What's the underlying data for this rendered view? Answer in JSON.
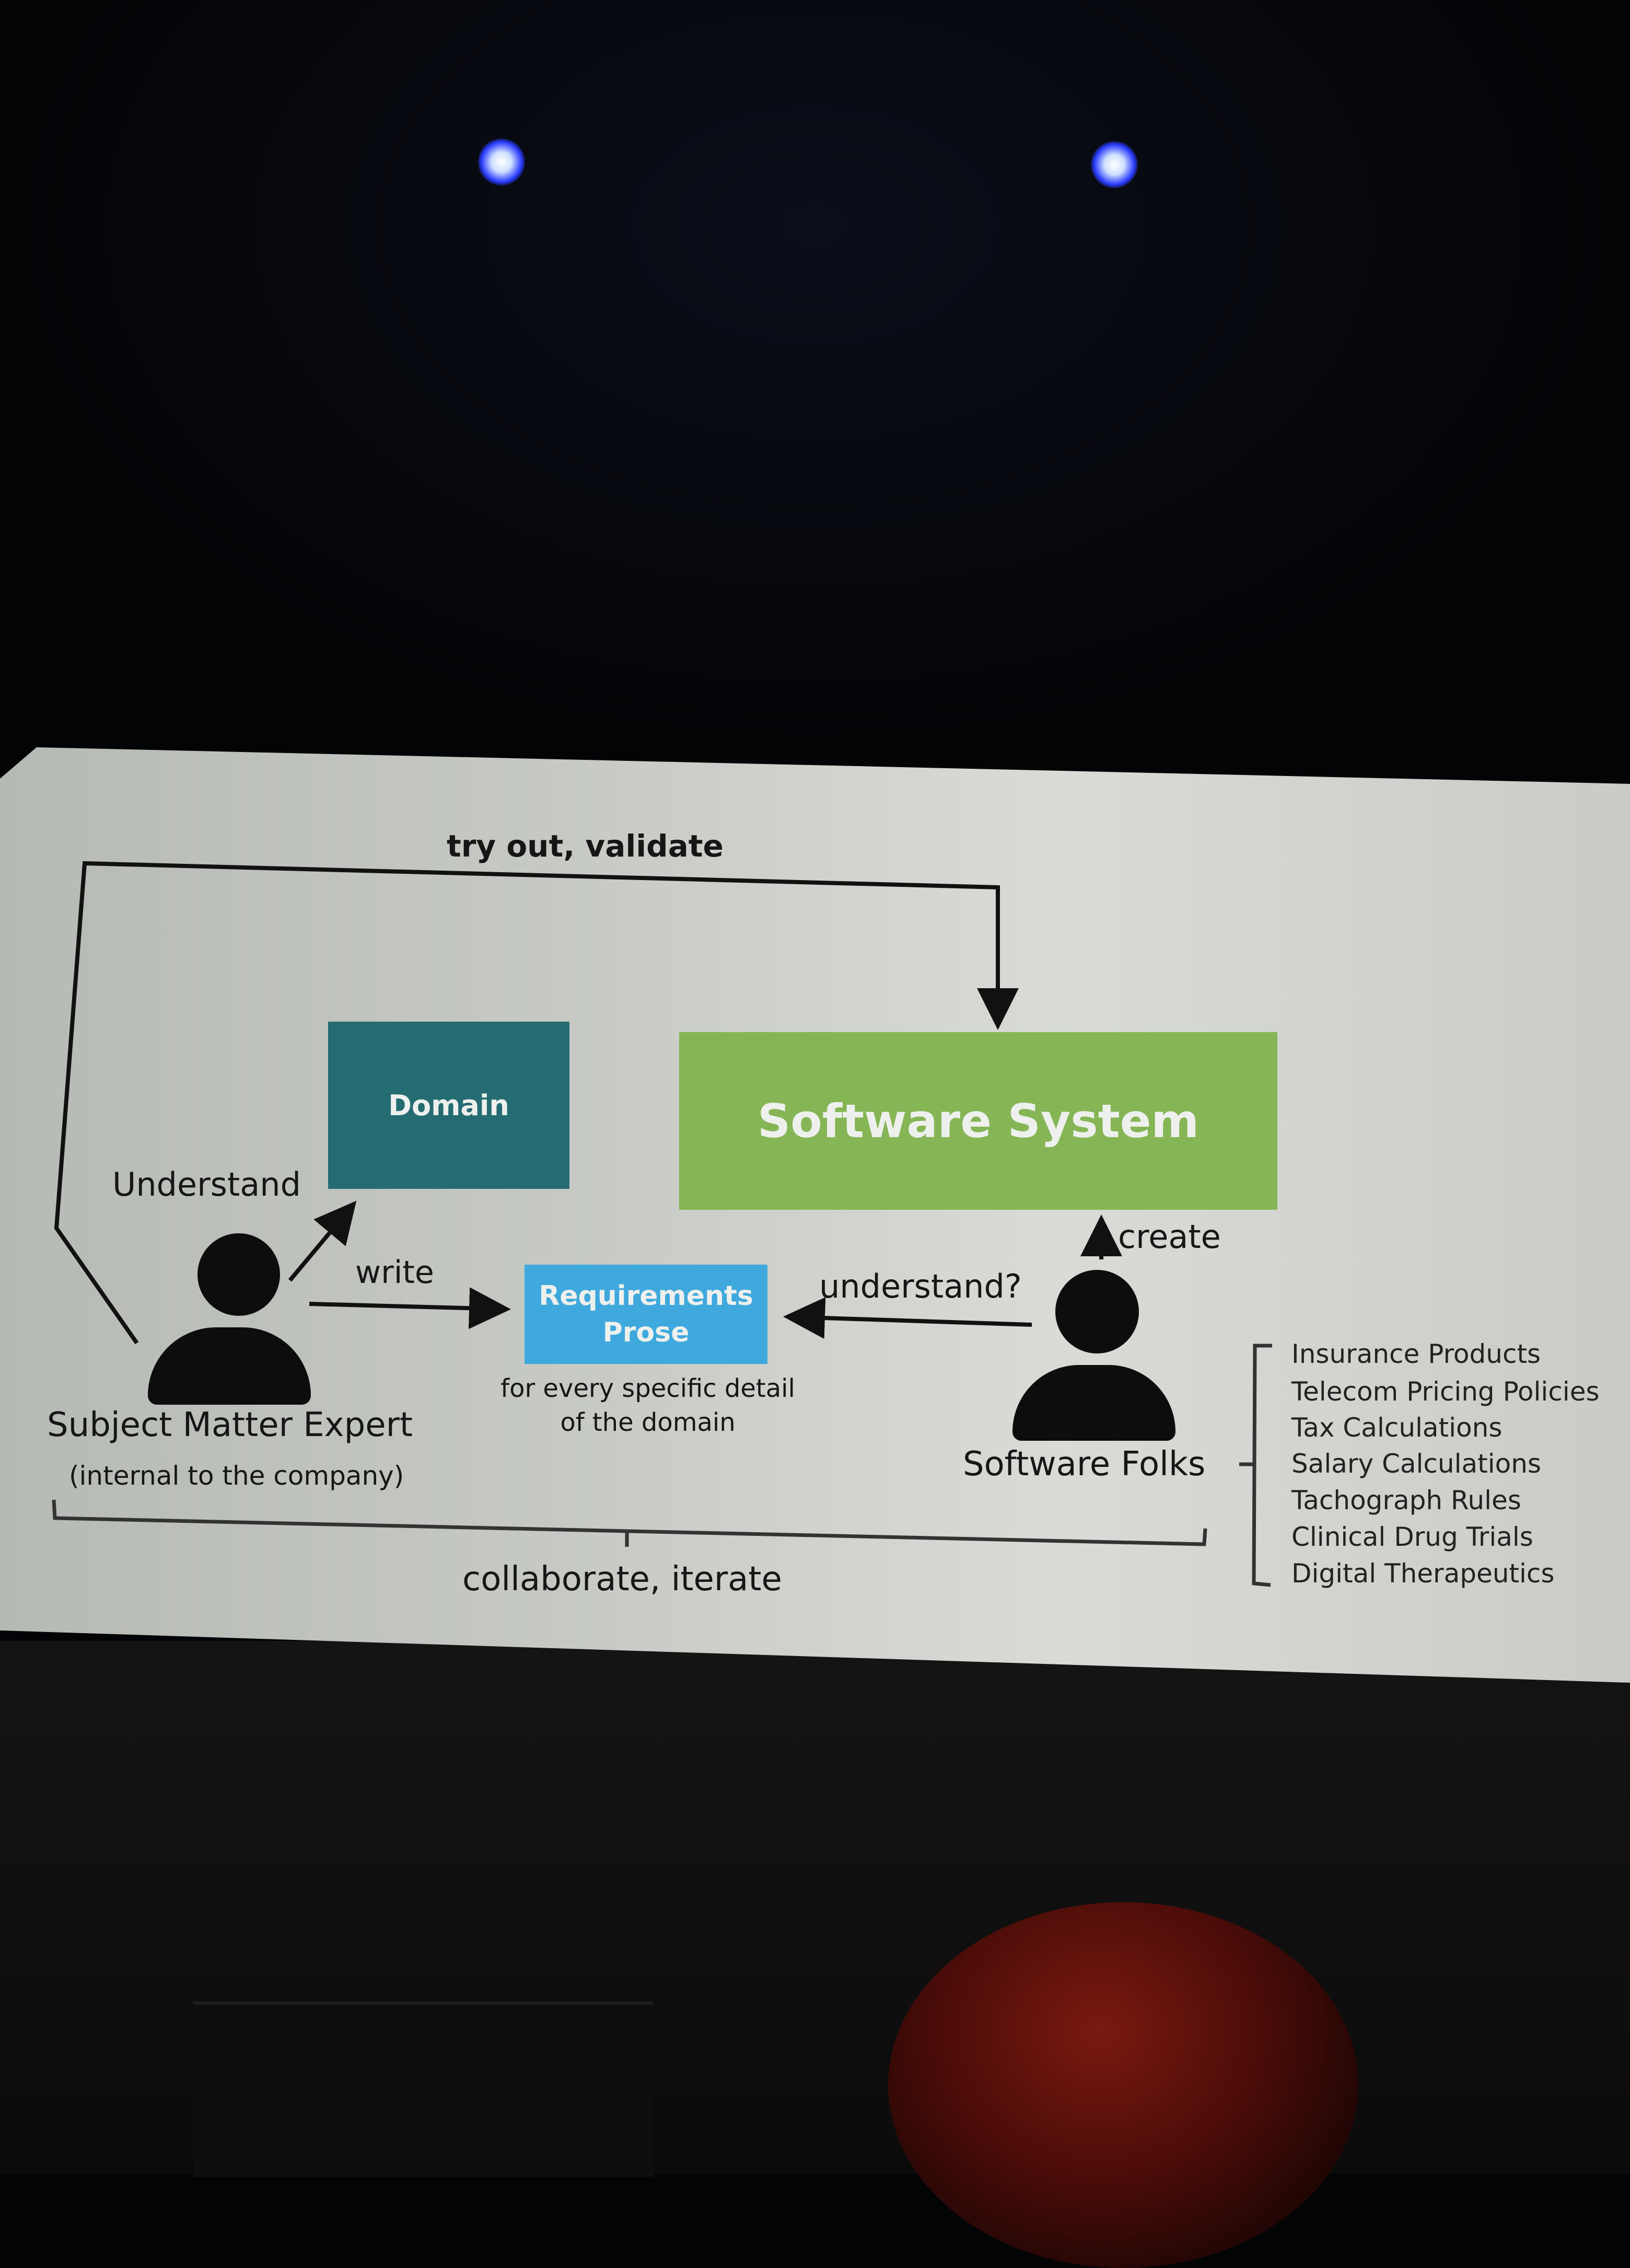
{
  "slide": {
    "top_arrow_label": "try out, validate",
    "domain_box": "Domain",
    "software_box": "Software System",
    "requirements_box_line1": "Requirements",
    "requirements_box_line2": "Prose",
    "requirements_note_line1": "for every specific detail",
    "requirements_note_line2": "of the domain",
    "understand_label": "Understand",
    "write_label": "write",
    "understand_q_label": "understand?",
    "create_label": "create",
    "sme_title": "Subject Matter Expert",
    "sme_subtitle": "(internal to the company)",
    "folks_title": "Software Folks",
    "bottom_label": "collaborate, iterate",
    "domains_list": [
      "Insurance Products",
      "Telecom Pricing Policies",
      "Tax Calculations",
      "Salary Calculations",
      "Tachograph Rules",
      "Clinical Drug Trials",
      "Digital Therapeutics"
    ]
  },
  "colors": {
    "domain": "#256b72",
    "software_system": "#86b556",
    "requirements": "#3fa9de"
  }
}
